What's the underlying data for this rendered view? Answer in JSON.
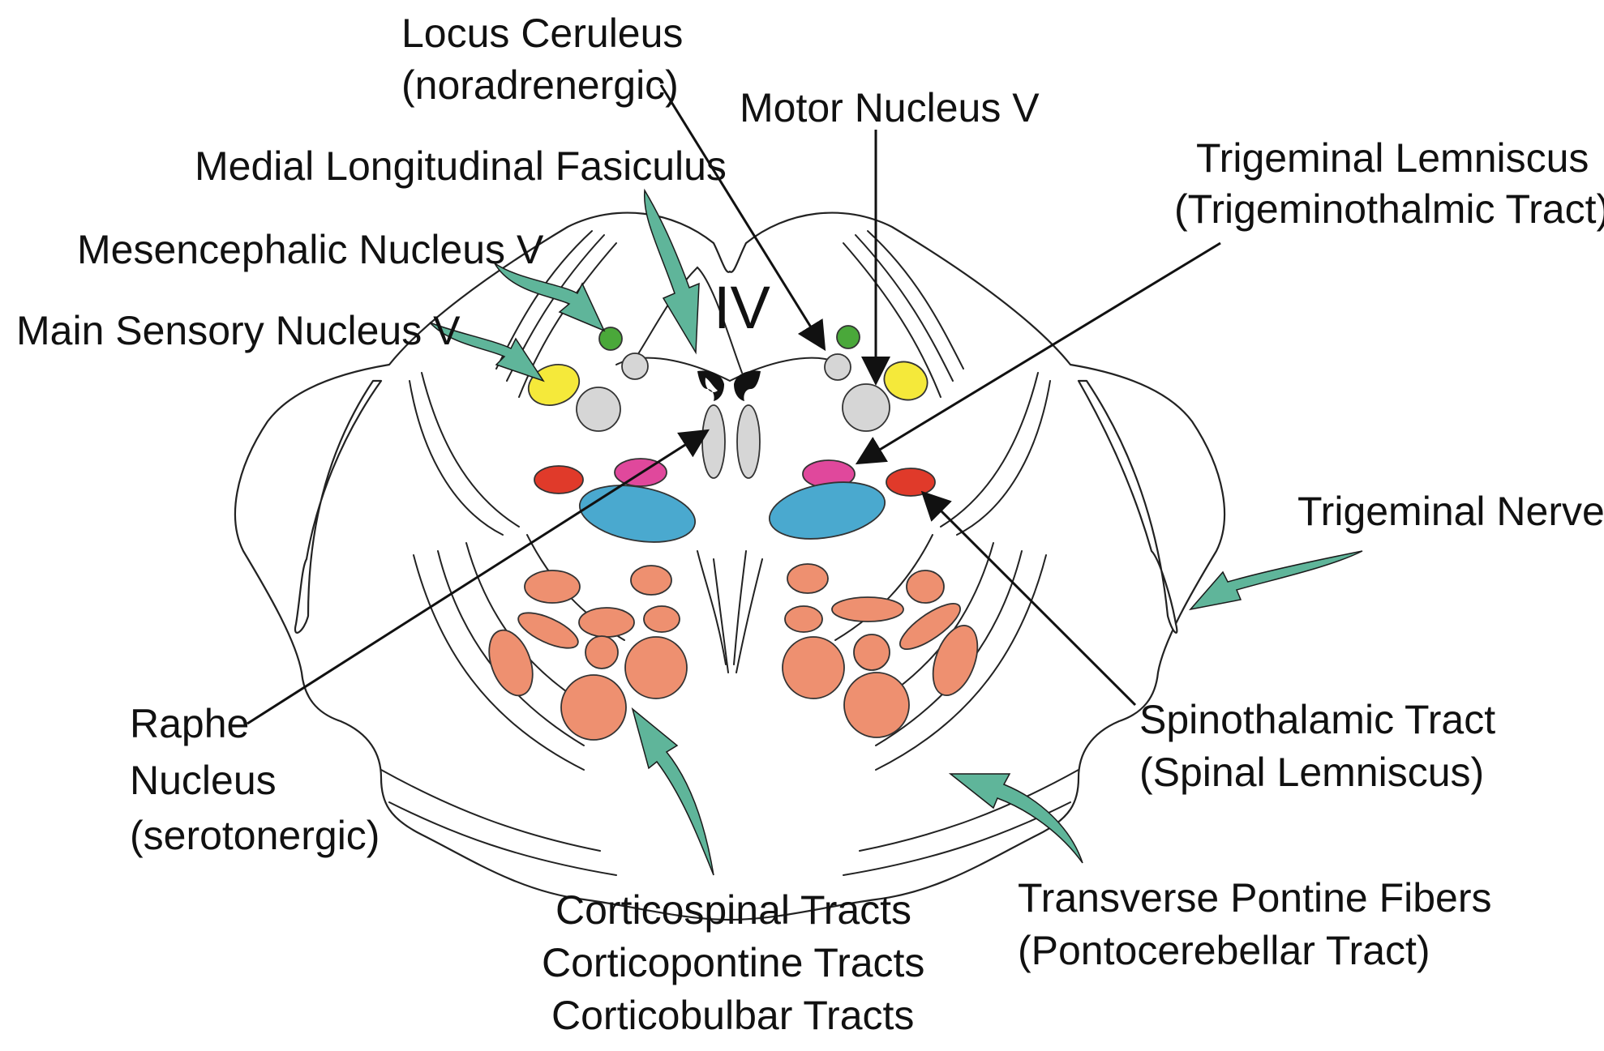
{
  "diagram": {
    "structure_label": "IV",
    "labels": {
      "locus_ceruleus_1": "Locus Ceruleus",
      "locus_ceruleus_2": "(noradrenergic)",
      "motor_nucleus": "Motor Nucleus V",
      "mlf": "Medial Longitudinal Fasiculus",
      "trigeminal_lemniscus_1": "Trigeminal Lemniscus",
      "trigeminal_lemniscus_2": "(Trigeminothalmic Tract)",
      "mesencephalic": "Mesencephalic Nucleus V",
      "main_sensory": "Main Sensory Nucleus V",
      "trigeminal_nerve": "Trigeminal Nerve",
      "raphe_1": "Raphe",
      "raphe_2": "Nucleus",
      "raphe_3": "(serotonergic)",
      "spinothalamic_1": "Spinothalamic Tract",
      "spinothalamic_2": "(Spinal Lemniscus)",
      "cortico_1": "Corticospinal Tracts",
      "cortico_2": "Corticopontine Tracts",
      "cortico_3": "Corticobulbar Tracts",
      "transverse_1": "Transverse Pontine Fibers",
      "transverse_2": "(Pontocerebellar Tract)"
    },
    "colors": {
      "arrow_green": "#5fb59a",
      "mesencephalic_green": "#4aa83a",
      "main_sensory_yellow": "#f5e93a",
      "motor_gray": "#d6d6d6",
      "spinothalamic_red": "#e03a2a",
      "trigeminal_lemniscus_magenta": "#e0489c",
      "medial_lemniscus_blue": "#4aa9cf",
      "corticospinal_salmon": "#ee9070",
      "raphe_gray": "#d6d6d6"
    }
  }
}
